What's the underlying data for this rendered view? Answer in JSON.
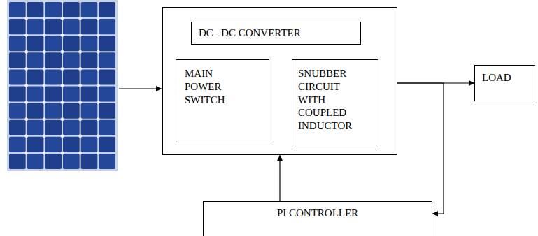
{
  "diagram": {
    "nodes": [
      {
        "text": [
          "DC –DC CONVERTER"
        ]
      },
      {
        "text": [
          "MAIN POWER SWITCH"
        ],
        "in": 0
      },
      {
        "text": [
          "SNUBBER CIRCUIT WITH COUPLED INDUCTOR"
        ],
        "in": 0
      },
      {
        "text": [
          "LOAD"
        ]
      },
      {
        "text": [
          "PI CONTROLLER"
        ]
      }
    ],
    "edges": [
      {
        "from": 0,
        "to": 3,
        "arrow": "to"
      },
      {
        "from": 0,
        "to": 4,
        "arrow": "to"
      },
      {
        "from": 4,
        "to": 0,
        "arrow": "to"
      }
    ]
  }
}
